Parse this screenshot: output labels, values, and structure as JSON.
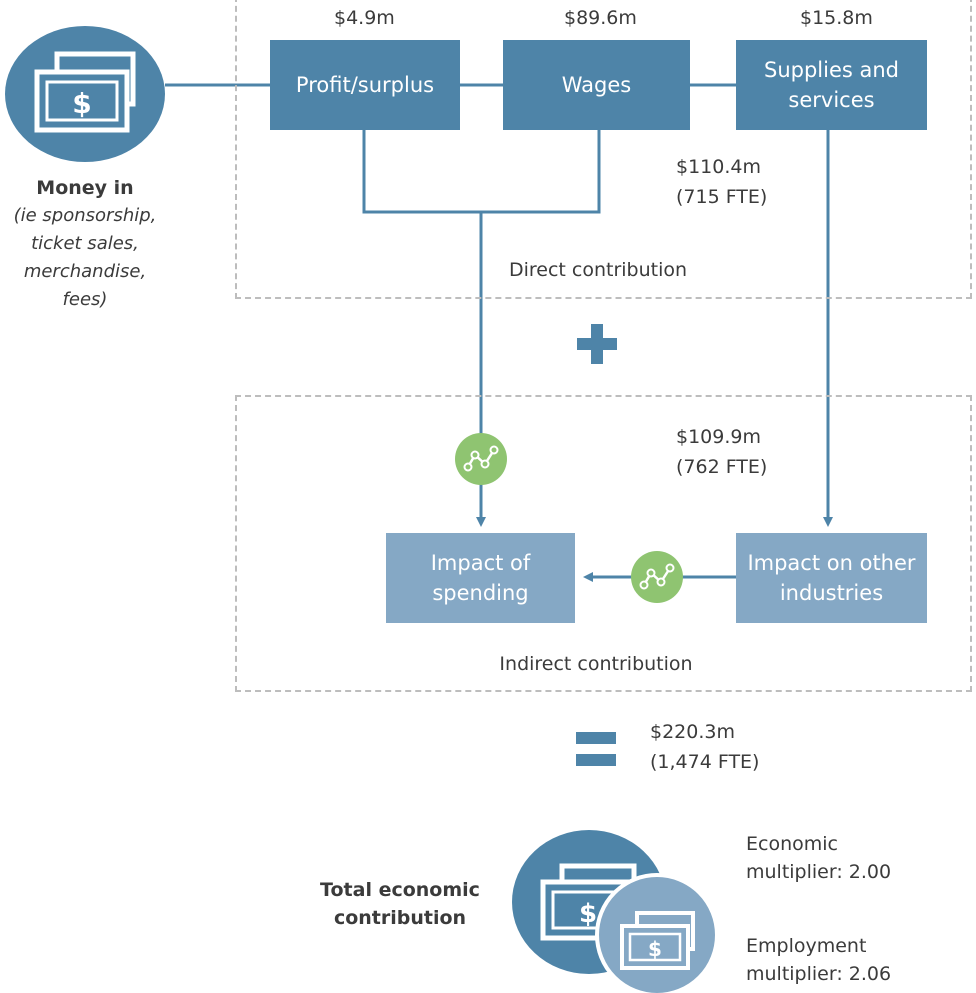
{
  "money_in": {
    "title": "Money in",
    "subtitle": "(ie sponsorship,\nticket sales,\nmerchandise,\nfees)"
  },
  "direct": {
    "label": "Direct contribution",
    "total_amount": "$110.4m",
    "total_fte": "(715 FTE)",
    "boxes": [
      {
        "label": "Profit/surplus",
        "amount": "$4.9m"
      },
      {
        "label": "Wages",
        "amount": "$89.6m"
      },
      {
        "label": "Supplies and\nservices",
        "amount": "$15.8m"
      }
    ]
  },
  "indirect": {
    "label": "Indirect contribution",
    "total_amount": "$109.9m",
    "total_fte": "(762 FTE)",
    "boxes": [
      {
        "label": "Impact of\nspending"
      },
      {
        "label": "Impact on other\nindustries"
      }
    ]
  },
  "total": {
    "amount": "$220.3m",
    "fte": "(1,474 FTE)",
    "label": "Total economic\ncontribution",
    "economic_multiplier": "Economic\nmultiplier: 2.00",
    "employment_multiplier": "Employment\nmultiplier: 2.06"
  },
  "icons": {
    "money": "dollar-bills-icon",
    "plus": "plus-icon",
    "equals": "equals-icon",
    "multiplier": "line-graph-icon"
  },
  "colors": {
    "dark_blue": "#4e84a8",
    "light_blue": "#85a8c5",
    "green": "#8fc471",
    "dashed_border": "#bdbdbd",
    "text": "#3b3b3b"
  }
}
